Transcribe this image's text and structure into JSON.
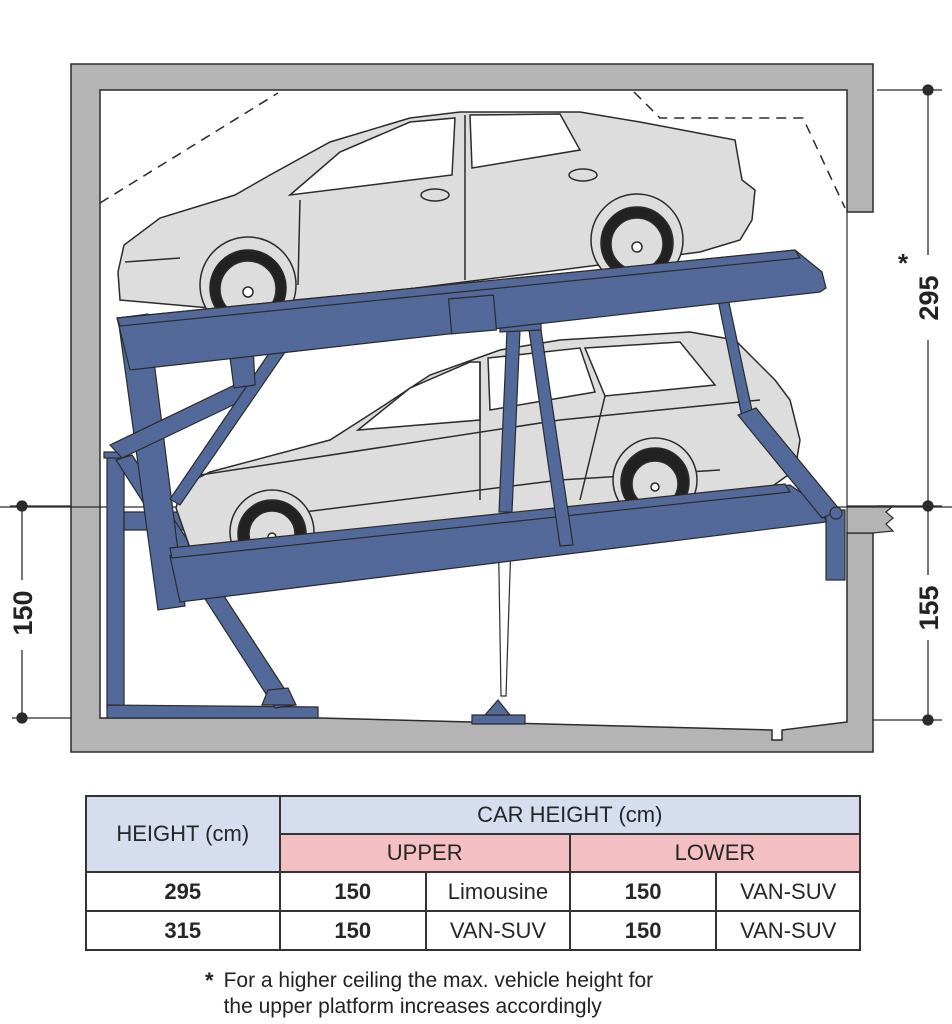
{
  "diagram": {
    "dim_upper_label": "295",
    "dim_upper_asterisk": "*",
    "dim_lower_right_label": "155",
    "dim_lower_left_label": "150",
    "colors": {
      "concrete": "#b3b4b3",
      "steel": "#52699a",
      "car_body": "#dcdddc",
      "outline": "#2b2b2b"
    }
  },
  "table": {
    "height_header": "HEIGHT (cm)",
    "car_height_header": "CAR HEIGHT (cm)",
    "upper_header": "UPPER",
    "lower_header": "LOWER",
    "rows": [
      {
        "height": "295",
        "upper_value": "150",
        "upper_type": "Limousine",
        "lower_value": "150",
        "lower_type": "VAN-SUV"
      },
      {
        "height": "315",
        "upper_value": "150",
        "upper_type": "VAN-SUV",
        "lower_value": "150",
        "lower_type": "VAN-SUV"
      }
    ]
  },
  "footnote": {
    "marker": "*",
    "line1": "For a higher ceiling the max. vehicle height for",
    "line2": "the upper platform increases accordingly"
  }
}
